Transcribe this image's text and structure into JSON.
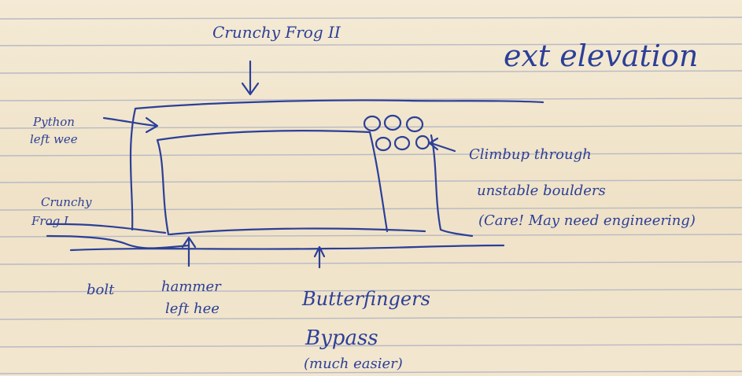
{
  "colors": {
    "paper": "#f1e6cf",
    "rule_line": "#b8b9c4",
    "ink": "#2c3f98"
  },
  "labels": {
    "title": "ext elevation",
    "crunchy_frog_2": "Crunchy Frog II",
    "python_line1": "Python",
    "python_line2": "left wee",
    "crunchy_frog_1_line1": "Crunchy",
    "crunchy_frog_1_line2": "Frog I",
    "climb_line1": "Climbup through",
    "climb_line2": "unstable boulders",
    "climb_line3": "(Care! May need engineering)",
    "bolt": "bolt",
    "hammer_line1": "hammer",
    "hammer_line2": "left hee",
    "butterfingers": "Butterfingers",
    "bypass": "Bypass",
    "bypass_note": "(much easier)"
  }
}
